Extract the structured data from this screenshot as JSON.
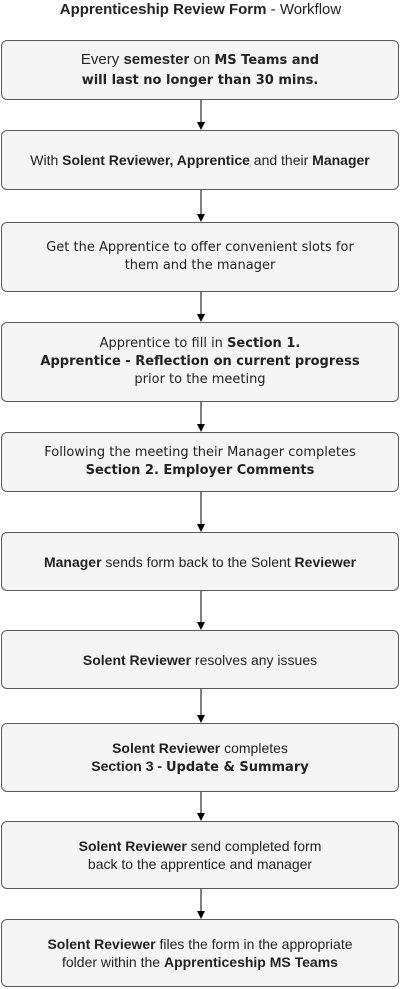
{
  "title": {
    "bold": "Apprenticeship Review Form",
    "rest": " - Workflow"
  },
  "steps": [
    {
      "line1_a": "Every ",
      "line1_b": "semester",
      "line1_c": " on ",
      "line1_d": "MS Teams and",
      "line2": "will last no longer than 30 mins."
    },
    {
      "a": "With ",
      "b": "Solent Reviewer, Apprentice",
      "c": " and their ",
      "d": "Manager"
    },
    {
      "line1": "Get the Apprentice to offer convenient slots for",
      "line2": "them and the manager"
    },
    {
      "line1_a": "Apprentice to fill in ",
      "line1_b": "Section 1.",
      "line2": "Apprentice - Reflection on current progress",
      "line3": "prior to the meeting"
    },
    {
      "line1": "Following the meeting their Manager completes",
      "line2": "Section 2. Employer Comments"
    },
    {
      "a": "Manager",
      "b": " sends form back to the Solent ",
      "c": "Reviewer"
    },
    {
      "a": "Solent Reviewer",
      "b": " resolves any issues"
    },
    {
      "line1_a": "Solent Reviewer",
      "line1_b": " completes",
      "line2_a": "Section 3",
      "line2_b": " - ",
      "line2_c": "Update & Summary"
    },
    {
      "line1_a": "Solent Reviewer",
      "line1_b": " send completed form",
      "line2": "back to the apprentice and manager"
    },
    {
      "line1_a": "Solent Reviewer",
      "line1_b": " files the form in the appropriate",
      "line2_a": "folder within the ",
      "line2_b": "Apprenticeship MS Teams"
    }
  ]
}
